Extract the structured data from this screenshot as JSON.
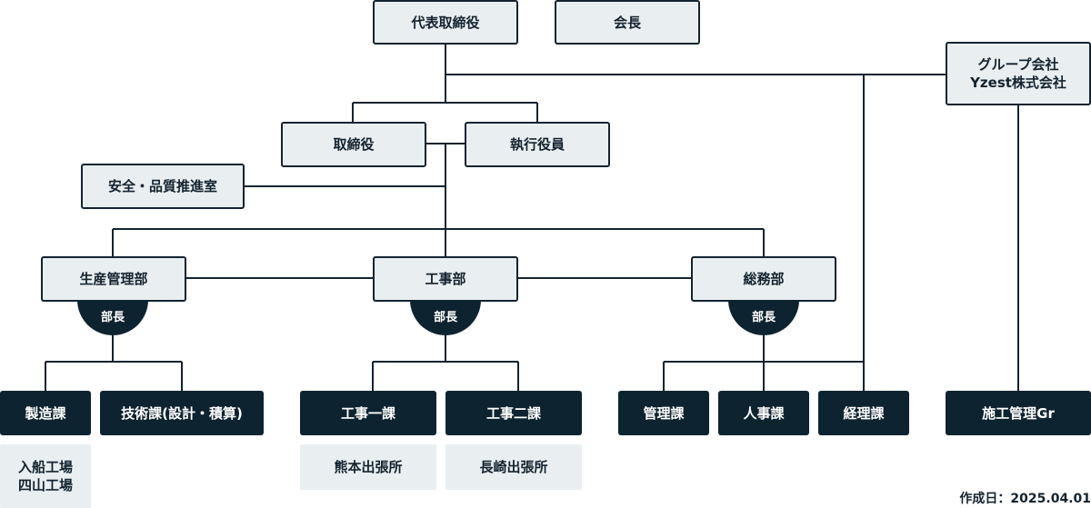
{
  "top": {
    "ceo": "代表取締役",
    "chairman": "会長",
    "group_line1": "グループ会社",
    "group_line2": "Yzest株式会社"
  },
  "mid": {
    "directors": "取締役",
    "officers": "執行役員",
    "safety": "安全・品質推進室"
  },
  "departments": {
    "production": "生産管理部",
    "construction": "工事部",
    "general": "総務部",
    "head_label": "部長"
  },
  "sections": {
    "manufacturing": "製造課",
    "technical": "技術課(設計・積算)",
    "works1": "工事一課",
    "works2": "工事二課",
    "management": "管理課",
    "hr": "人事課",
    "accounting": "経理課",
    "construction_mgmt": "施工管理Gr"
  },
  "sites": {
    "factory1": "入船工場",
    "factory2": "四山工場",
    "kumamoto": "熊本出張所",
    "nagasaki": "長崎出張所"
  },
  "footer": {
    "created_label": "作成日：",
    "created_date": "2025.04.01"
  }
}
